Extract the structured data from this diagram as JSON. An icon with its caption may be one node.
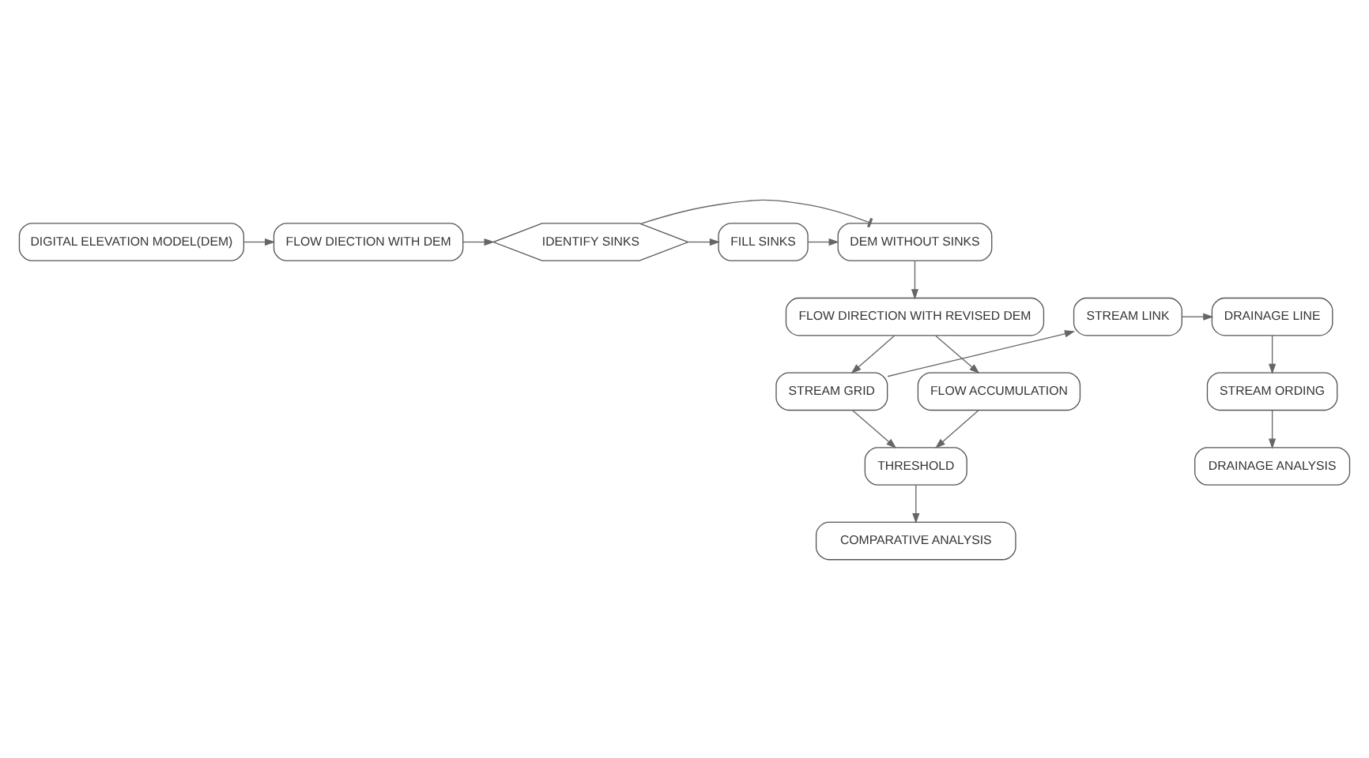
{
  "diagram": {
    "nodes": [
      {
        "text": [
          "DIGITAL ELEVATION MODEL(DEM)"
        ]
      },
      {
        "text": [
          "FLOW DIECTION WITH DEM"
        ]
      },
      {
        "text": [
          "IDENTIFY SINKS"
        ]
      },
      {
        "text": [
          "FILL SINKS"
        ]
      },
      {
        "text": [
          "DEM WITHOUT SINKS"
        ]
      },
      {
        "text": [
          "DRAINAGE LINE"
        ]
      },
      {
        "text": [
          "STREAM LINK"
        ]
      },
      {
        "text": [
          "FLOW DIRECTION WITH REVISED DEM"
        ]
      },
      {
        "text": [
          "STREAM ORDING"
        ]
      },
      {
        "text": [
          "STREAM GRID"
        ]
      },
      {
        "text": [
          "FLOW ACCUMULATION"
        ]
      },
      {
        "text": [
          "DRAINAGE ANALYSIS"
        ]
      },
      {
        "text": [
          "THRESHOLD"
        ]
      },
      {
        "text": [
          "COMPARATIVE ANALYSIS"
        ]
      }
    ],
    "edges": [
      {
        "from": 0,
        "to": 1,
        "arrow": "to"
      },
      {
        "from": 1,
        "to": 2,
        "arrow": "to"
      },
      {
        "from": 2,
        "to": 3,
        "arrow": "to"
      },
      {
        "from": 3,
        "to": 4,
        "arrow": "to"
      },
      {
        "from": 2,
        "to": 4,
        "arrow": "other"
      },
      {
        "from": 4,
        "to": 7,
        "arrow": "to"
      },
      {
        "from": 7,
        "to": 9,
        "arrow": "to"
      },
      {
        "from": 7,
        "to": 10,
        "arrow": "to"
      },
      {
        "from": 9,
        "to": 12,
        "arrow": "to"
      },
      {
        "from": 10,
        "to": 12,
        "arrow": "to"
      },
      {
        "from": 12,
        "to": 13,
        "arrow": "to"
      },
      {
        "from": 9,
        "to": 6,
        "arrow": "to"
      },
      {
        "from": 6,
        "to": 5,
        "arrow": "to"
      },
      {
        "from": 5,
        "to": 8,
        "arrow": "to"
      },
      {
        "from": 8,
        "to": 11,
        "arrow": "to"
      }
    ]
  }
}
